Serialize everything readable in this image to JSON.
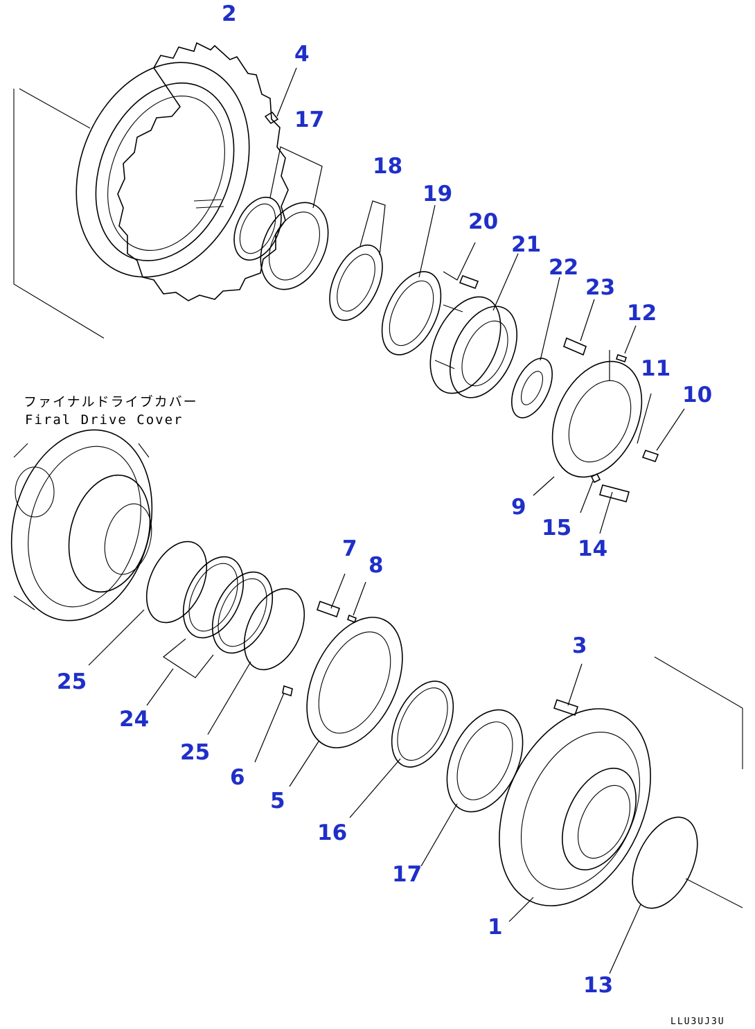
{
  "drawing": {
    "cover_label_jp": "ファイナルドライブカバー",
    "cover_label_en": "Firal Drive Cover",
    "drawing_code": "LLU3UJ3U"
  },
  "callouts": [
    "2",
    "4",
    "17",
    "18",
    "19",
    "20",
    "21",
    "22",
    "23",
    "12",
    "11",
    "10",
    "9",
    "15",
    "14",
    "7",
    "8",
    "3",
    "25",
    "24",
    "25",
    "6",
    "5",
    "16",
    "17",
    "1",
    "13"
  ]
}
